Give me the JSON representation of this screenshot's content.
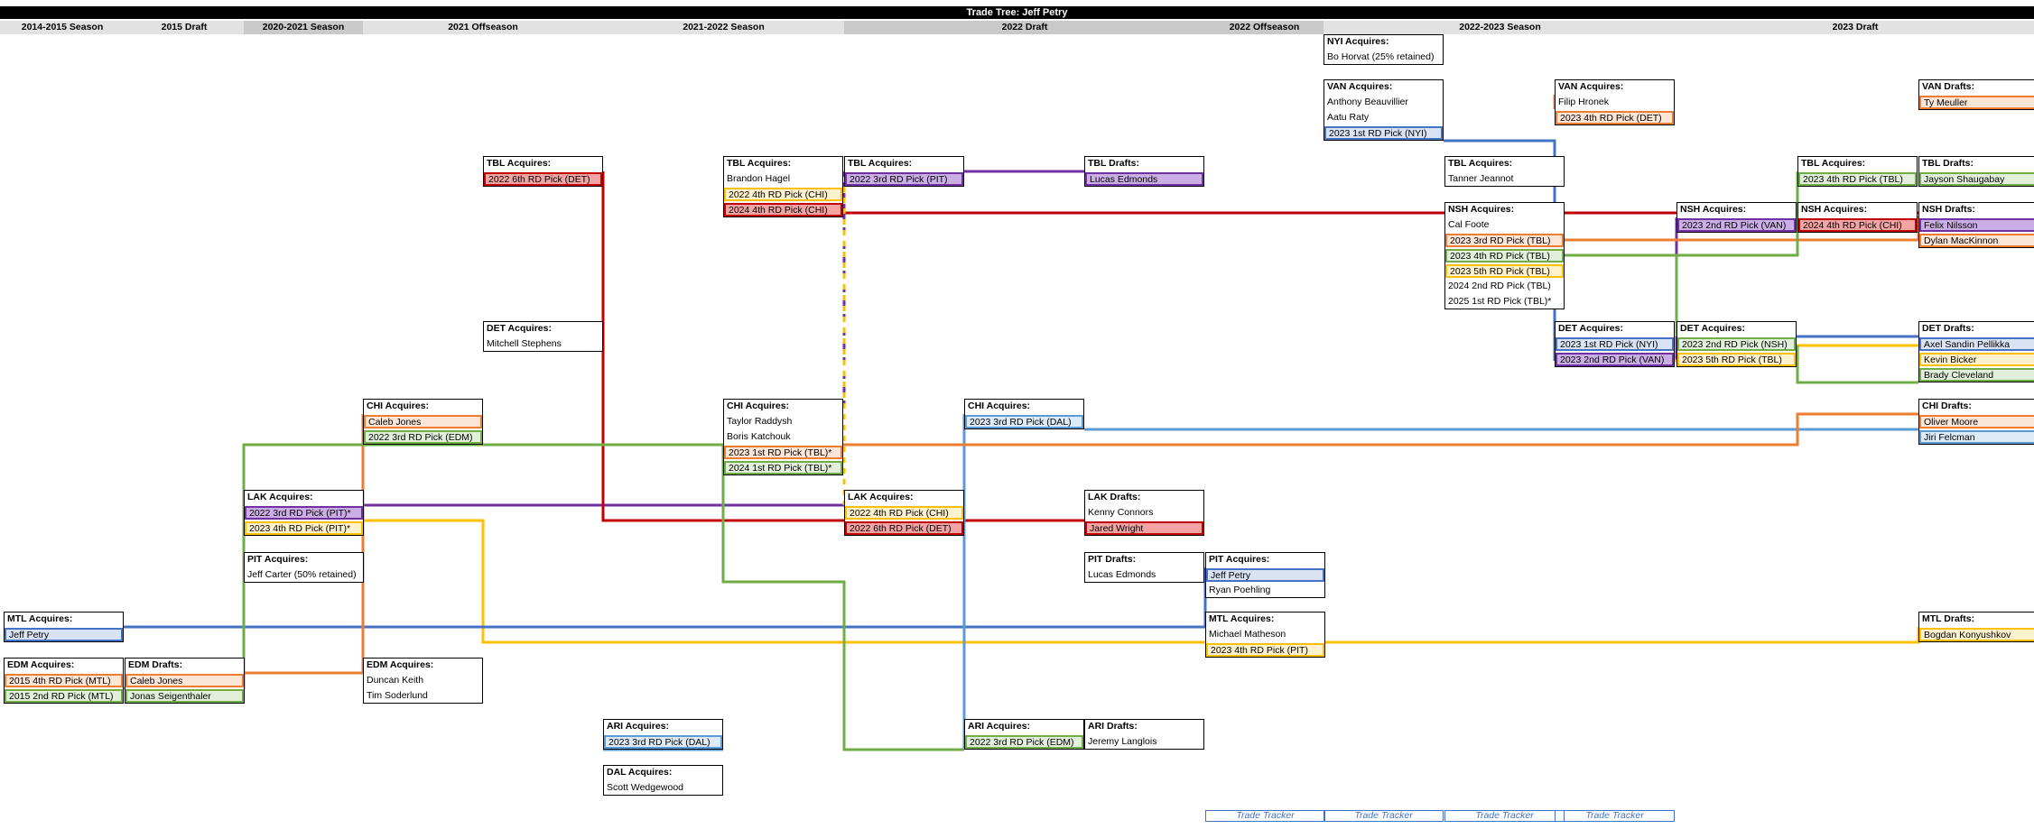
{
  "title": "Trade Tree: Jeff Petry",
  "colors": {
    "blue": "#4472c4",
    "lightblue": "#5b9bd5",
    "orange": "#ed7d31",
    "green": "#70ad47",
    "yellow": "#ffc000",
    "purple": "#7030a0",
    "red": "#c00000"
  },
  "seasons": [
    {
      "label": "2014-2015 Season",
      "shade": "light"
    },
    {
      "label": "2015 Draft",
      "shade": "light"
    },
    {
      "label": "2020-2021 Season",
      "shade": "dark"
    },
    {
      "label": "2021 Offseason",
      "shade": "light"
    },
    {
      "label": "2021-2022 Season",
      "shade": "light"
    },
    {
      "label": "2022 Draft",
      "shade": "dark"
    },
    {
      "label": "2022 Offseason",
      "shade": "dark"
    },
    {
      "label": "2022-2023 Season",
      "shade": "light"
    },
    {
      "label": "2023 Draft",
      "shade": "light"
    }
  ],
  "boxes": [
    {
      "id": "nyi",
      "title": "NYI Acquires:",
      "rows": [
        {
          "t": "Bo Horvat (25% retained)"
        }
      ]
    },
    {
      "id": "van1",
      "title": "VAN Acquires:",
      "rows": [
        {
          "t": "Anthony Beauvillier"
        },
        {
          "t": "Aatu Raty"
        },
        {
          "t": "2023 1st RD Pick (NYI)",
          "c": "blue"
        }
      ]
    },
    {
      "id": "van2",
      "title": "VAN Acquires:",
      "rows": [
        {
          "t": "Filip Hronek"
        },
        {
          "t": "2023 4th RD Pick (DET)",
          "c": "orange"
        }
      ]
    },
    {
      "id": "vand",
      "title": "VAN Drafts:",
      "rows": [
        {
          "t": "Ty Meuller",
          "c": "orange"
        }
      ]
    },
    {
      "id": "tbl1",
      "title": "TBL Acquires:",
      "rows": [
        {
          "t": "2022 6th RD Pick (DET)",
          "c": "red"
        }
      ]
    },
    {
      "id": "tbl2",
      "title": "TBL Acquires:",
      "rows": [
        {
          "t": "Brandon Hagel"
        },
        {
          "t": "2022 4th RD Pick (CHI)",
          "c": "yellow"
        },
        {
          "t": "2024 4th RD Pick (CHI)",
          "c": "red"
        }
      ]
    },
    {
      "id": "tbl3",
      "title": "TBL Acquires:",
      "rows": [
        {
          "t": "2022 3rd RD Pick (PIT)",
          "c": "purple"
        }
      ]
    },
    {
      "id": "tbld1",
      "title": "TBL Drafts:",
      "rows": [
        {
          "t": "Lucas Edmonds",
          "c": "purple"
        }
      ]
    },
    {
      "id": "tbl4",
      "title": "TBL Acquires:",
      "rows": [
        {
          "t": "Tanner Jeannot"
        }
      ]
    },
    {
      "id": "tbl5",
      "title": "TBL Acquires:",
      "rows": [
        {
          "t": "2023 4th RD Pick (TBL)",
          "c": "green"
        }
      ]
    },
    {
      "id": "tbld2",
      "title": "TBL Drafts:",
      "rows": [
        {
          "t": "Jayson Shaugabay",
          "c": "green"
        }
      ]
    },
    {
      "id": "nsh1",
      "title": "NSH Acquires:",
      "rows": [
        {
          "t": "Cal Foote"
        },
        {
          "t": "2023 3rd RD Pick (TBL)",
          "c": "orange"
        },
        {
          "t": "2023 4th RD Pick (TBL)",
          "c": "green"
        },
        {
          "t": "2023 5th RD Pick (TBL)",
          "c": "yellow"
        },
        {
          "t": "2024 2nd RD Pick (TBL)"
        },
        {
          "t": "2025 1st RD Pick (TBL)*"
        }
      ]
    },
    {
      "id": "nsh2",
      "title": "NSH Acquires:",
      "rows": [
        {
          "t": "2023 2nd RD Pick (VAN)",
          "c": "purple"
        }
      ]
    },
    {
      "id": "nsh3",
      "title": "NSH Acquires:",
      "rows": [
        {
          "t": "2024 4th RD Pick (CHI)",
          "c": "red"
        }
      ]
    },
    {
      "id": "nshd",
      "title": "NSH Drafts:",
      "rows": [
        {
          "t": "Felix Nilsson",
          "c": "purple"
        },
        {
          "t": "Dylan MacKinnon",
          "c": "orange"
        }
      ]
    },
    {
      "id": "det1",
      "title": "DET Acquires:",
      "rows": [
        {
          "t": "Mitchell Stephens"
        }
      ]
    },
    {
      "id": "det2",
      "title": "DET Acquires:",
      "rows": [
        {
          "t": "2023 1st RD Pick (NYI)",
          "c": "blue"
        },
        {
          "t": "2023 2nd RD Pick (VAN)",
          "c": "purple"
        }
      ]
    },
    {
      "id": "det3",
      "title": "DET Acquires:",
      "rows": [
        {
          "t": "2023 2nd RD Pick (NSH)",
          "c": "green"
        },
        {
          "t": "2023 5th RD Pick (TBL)",
          "c": "yellow"
        }
      ]
    },
    {
      "id": "detd",
      "title": "DET Drafts:",
      "rows": [
        {
          "t": "Axel Sandin Pellikka",
          "c": "blue"
        },
        {
          "t": "Kevin Bicker",
          "c": "yellow"
        },
        {
          "t": "Brady Cleveland",
          "c": "green"
        }
      ]
    },
    {
      "id": "chi1",
      "title": "CHI Acquires:",
      "rows": [
        {
          "t": "Caleb Jones",
          "c": "orange"
        },
        {
          "t": "2022 3rd RD Pick (EDM)",
          "c": "green"
        }
      ]
    },
    {
      "id": "chi2",
      "title": "CHI Acquires:",
      "rows": [
        {
          "t": "Taylor Raddysh"
        },
        {
          "t": "Boris Katchouk"
        },
        {
          "t": "2023 1st RD Pick (TBL)*",
          "c": "orange"
        },
        {
          "t": "2024 1st RD Pick (TBL)*",
          "c": "green"
        }
      ]
    },
    {
      "id": "chi3",
      "title": "CHI Acquires:",
      "rows": [
        {
          "t": "2023 3rd RD Pick (DAL)",
          "c": "lightblue"
        }
      ]
    },
    {
      "id": "chid",
      "title": "CHI Drafts:",
      "rows": [
        {
          "t": "Oliver Moore",
          "c": "orange"
        },
        {
          "t": "Jiri Felcman",
          "c": "lightblue"
        }
      ]
    },
    {
      "id": "lak1",
      "title": "LAK Acquires:",
      "rows": [
        {
          "t": "2022 3rd RD Pick (PIT)*",
          "c": "purple"
        },
        {
          "t": "2023 4th RD Pick (PIT)*",
          "c": "yellow"
        }
      ]
    },
    {
      "id": "lak2",
      "title": "LAK Acquires:",
      "rows": [
        {
          "t": "2022 4th RD Pick (CHI)",
          "c": "yellow"
        },
        {
          "t": "2022 6th RD Pick (DET)",
          "c": "red"
        }
      ]
    },
    {
      "id": "lakd",
      "title": "LAK Drafts:",
      "rows": [
        {
          "t": "Kenny Connors"
        },
        {
          "t": "Jared Wright",
          "c": "red"
        }
      ]
    },
    {
      "id": "pit1",
      "title": "PIT Acquires:",
      "rows": [
        {
          "t": "Jeff Carter (50% retained)"
        }
      ]
    },
    {
      "id": "pitd",
      "title": "PIT Drafts:",
      "rows": [
        {
          "t": "Lucas Edmonds"
        }
      ]
    },
    {
      "id": "pit2",
      "title": "PIT Acquires:",
      "rows": [
        {
          "t": "Jeff Petry",
          "c": "blue"
        },
        {
          "t": "Ryan Poehling"
        }
      ]
    },
    {
      "id": "mtl1",
      "title": "MTL Acquires:",
      "rows": [
        {
          "t": "Jeff Petry",
          "c": "blue"
        }
      ]
    },
    {
      "id": "mtl2",
      "title": "MTL Acquires:",
      "rows": [
        {
          "t": "Michael Matheson"
        },
        {
          "t": "2023 4th RD Pick (PIT)",
          "c": "yellow"
        }
      ]
    },
    {
      "id": "mtld",
      "title": "MTL Drafts:",
      "rows": [
        {
          "t": "Bogdan Konyushkov",
          "c": "yellow"
        }
      ]
    },
    {
      "id": "edm1",
      "title": "EDM Acquires:",
      "rows": [
        {
          "t": "2015 4th RD Pick (MTL)",
          "c": "orange"
        },
        {
          "t": "2015 2nd RD Pick (MTL)",
          "c": "green"
        }
      ]
    },
    {
      "id": "edmd",
      "title": "EDM Drafts:",
      "rows": [
        {
          "t": "Caleb Jones",
          "c": "orange"
        },
        {
          "t": "Jonas Seigenthaler",
          "c": "green"
        }
      ]
    },
    {
      "id": "edm2",
      "title": "EDM Acquires:",
      "rows": [
        {
          "t": "Duncan Keith"
        },
        {
          "t": "Tim Soderlund"
        }
      ]
    },
    {
      "id": "ari1",
      "title": "ARI Acquires:",
      "rows": [
        {
          "t": "2023 3rd RD Pick (DAL)",
          "c": "lightblue"
        }
      ]
    },
    {
      "id": "ari2",
      "title": "ARI Acquires:",
      "rows": [
        {
          "t": "2022 3rd RD Pick (EDM)",
          "c": "green"
        }
      ]
    },
    {
      "id": "arid",
      "title": "ARI Drafts:",
      "rows": [
        {
          "t": "Jeremy Langlois"
        }
      ]
    },
    {
      "id": "dal",
      "title": "DAL Acquires:",
      "rows": [
        {
          "t": "Scott Wedgewood"
        }
      ]
    }
  ],
  "trackers": [
    "Trade Tracker",
    "Trade Tracker",
    "Trade Tracker",
    "Trade Tracker"
  ]
}
